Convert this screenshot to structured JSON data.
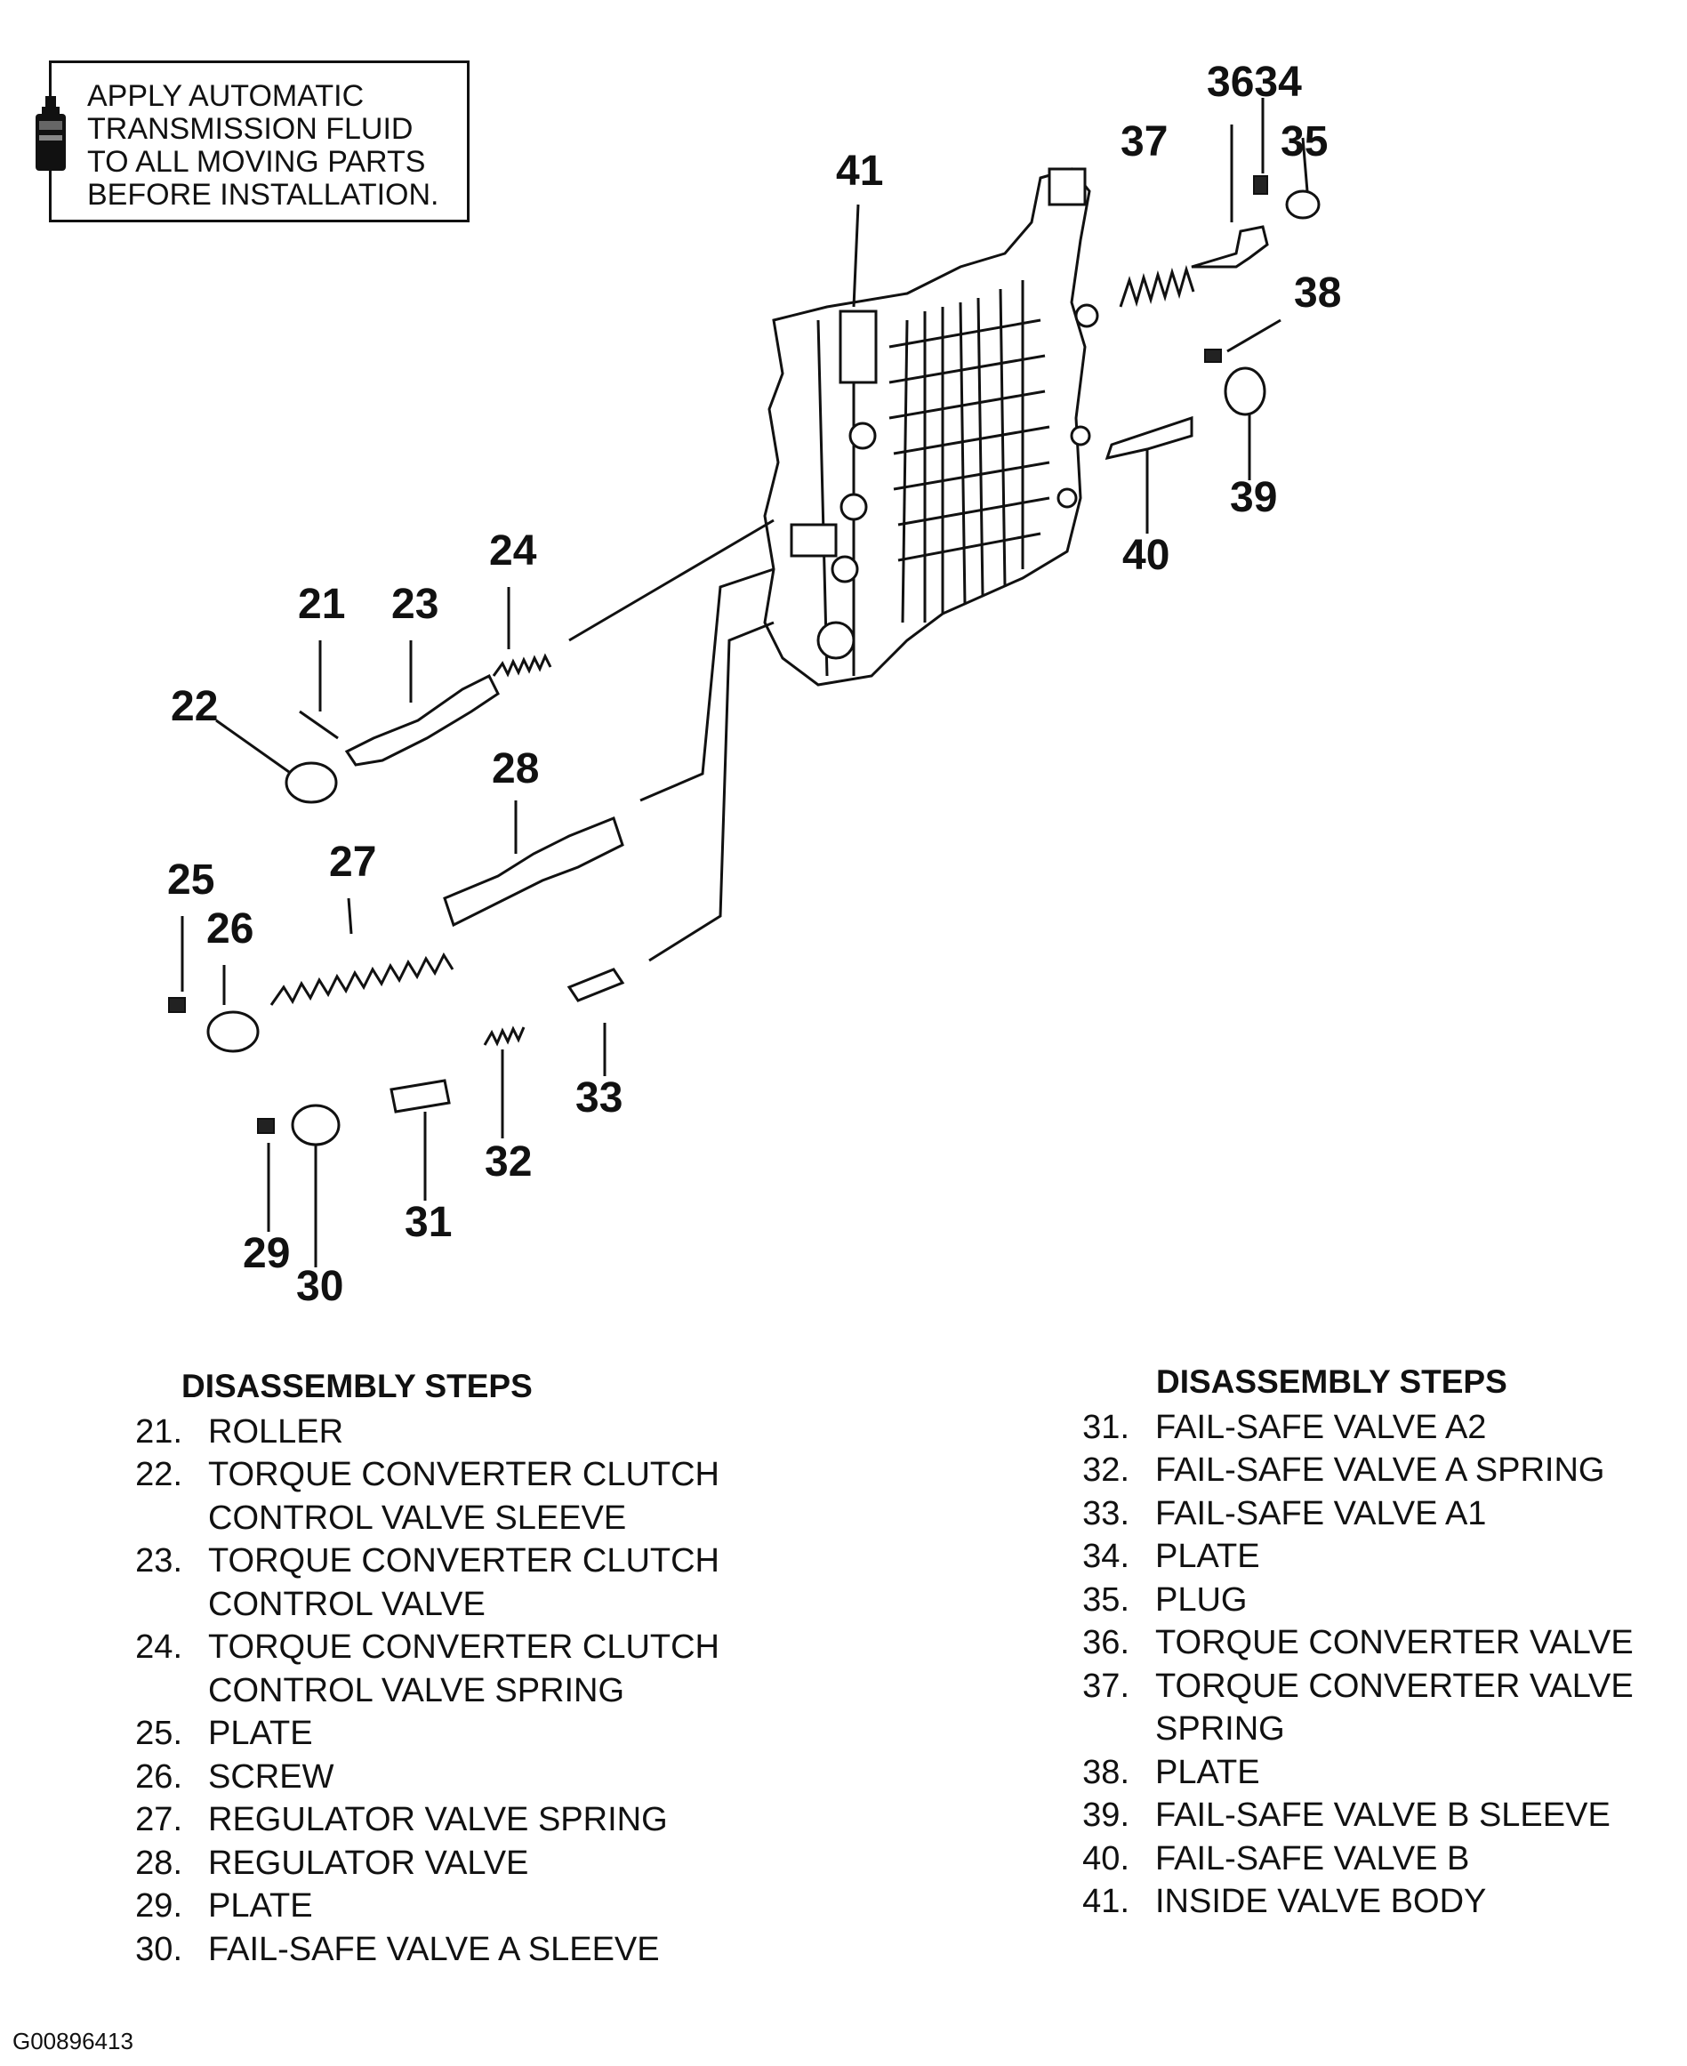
{
  "note": {
    "lines": [
      "APPLY AUTOMATIC",
      "TRANSMISSION FLUID",
      "TO ALL MOVING PARTS",
      "BEFORE INSTALLATION."
    ],
    "icon": "fluid-bottle-icon"
  },
  "callouts": [
    "3634",
    "37",
    "35",
    "41",
    "38",
    "39",
    "40",
    "24",
    "21",
    "23",
    "22",
    "28",
    "25",
    "27",
    "26",
    "33",
    "32",
    "31",
    "29",
    "30"
  ],
  "steps_left": {
    "heading": "DISASSEMBLY STEPS",
    "items": [
      {
        "num": "21.",
        "label": "ROLLER"
      },
      {
        "num": "22.",
        "label": "TORQUE CONVERTER CLUTCH CONTROL VALVE SLEEVE"
      },
      {
        "num": "23.",
        "label": "TORQUE CONVERTER CLUTCH CONTROL VALVE"
      },
      {
        "num": "24.",
        "label": "TORQUE CONVERTER CLUTCH CONTROL VALVE SPRING"
      },
      {
        "num": "25.",
        "label": "PLATE"
      },
      {
        "num": "26.",
        "label": "SCREW"
      },
      {
        "num": "27.",
        "label": "REGULATOR VALVE SPRING"
      },
      {
        "num": "28.",
        "label": "REGULATOR VALVE"
      },
      {
        "num": "29.",
        "label": "PLATE"
      },
      {
        "num": "30.",
        "label": "FAIL-SAFE VALVE A SLEEVE"
      }
    ]
  },
  "steps_right": {
    "heading": "DISASSEMBLY STEPS",
    "items": [
      {
        "num": "31.",
        "label": "FAIL-SAFE VALVE A2"
      },
      {
        "num": "32.",
        "label": "FAIL-SAFE VALVE A SPRING"
      },
      {
        "num": "33.",
        "label": "FAIL-SAFE VALVE A1"
      },
      {
        "num": "34.",
        "label": "PLATE"
      },
      {
        "num": "35.",
        "label": "PLUG"
      },
      {
        "num": "36.",
        "label": "TORQUE CONVERTER VALVE"
      },
      {
        "num": "37.",
        "label": "TORQUE CONVERTER VALVE SPRING"
      },
      {
        "num": "38.",
        "label": "PLATE"
      },
      {
        "num": "39.",
        "label": "FAIL-SAFE VALVE B SLEEVE"
      },
      {
        "num": "40.",
        "label": "FAIL-SAFE VALVE B"
      },
      {
        "num": "41.",
        "label": "INSIDE VALVE BODY"
      }
    ]
  },
  "figure_code": "G00896413"
}
